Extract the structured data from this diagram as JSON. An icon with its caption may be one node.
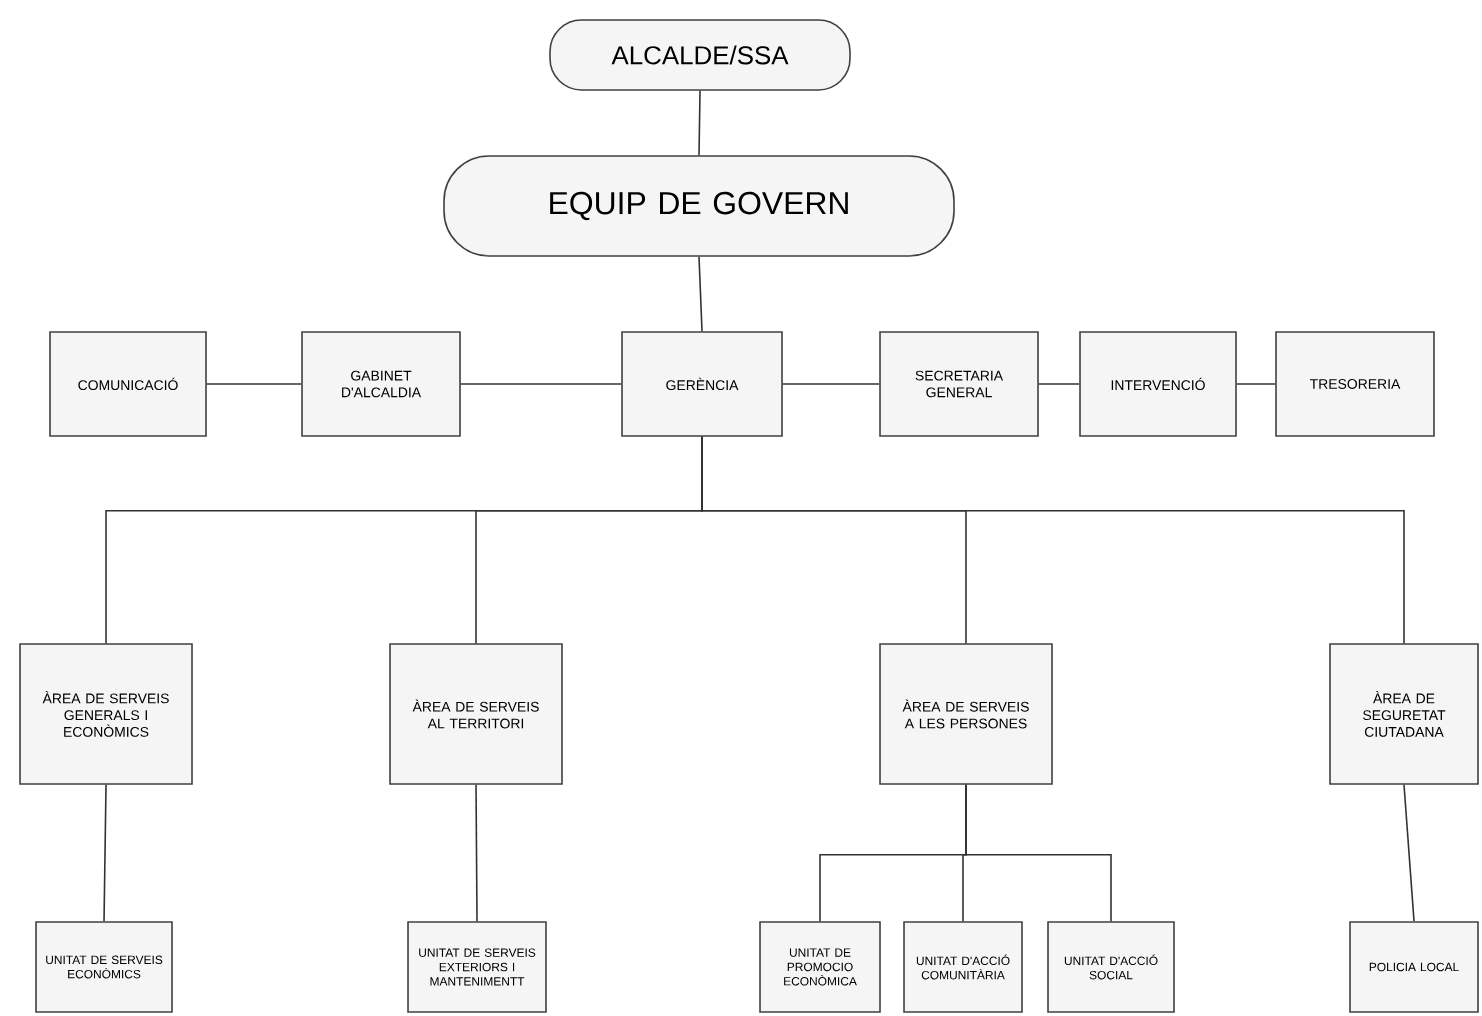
{
  "diagram": {
    "nodes": [
      {
        "text": [
          "ALCALDE/SSA"
        ]
      },
      {
        "text": [
          "EQUIP DE GOVERN"
        ]
      },
      {
        "text": [
          "COMUNICACIÓ"
        ]
      },
      {
        "text": [
          "GABINET D'ALCALDIA"
        ]
      },
      {
        "text": [
          "GERÈNCIA"
        ]
      },
      {
        "text": [
          "SECRETARIA GENERAL"
        ]
      },
      {
        "text": [
          "INTERVENCIÓ"
        ]
      },
      {
        "text": [
          "TRESORERIA"
        ]
      },
      {
        "text": [
          "ÀREA DE SERVEIS GENERALS I ECONÒMICS"
        ]
      },
      {
        "text": [
          "ÀREA DE SERVEIS AL TERRITORI"
        ]
      },
      {
        "text": [
          "ÀREA DE SERVEIS A LES PERSONES"
        ]
      },
      {
        "text": [
          "ÀREA DE SEGURETAT CIUTADANA"
        ]
      },
      {
        "text": [
          "UNITAT DE SERVEIS ECONÒMICS"
        ]
      },
      {
        "text": [
          "UNITAT DE SERVEIS EXTERIORS I MANTENIMENTT"
        ]
      },
      {
        "text": [
          "UNITAT DE PROMOCIO ECONÒMICA"
        ]
      },
      {
        "text": [
          "UNITAT D'ACCIÓ COMUNITÀRIA"
        ]
      },
      {
        "text": [
          "UNITAT D'ACCIÓ SOCIAL"
        ]
      },
      {
        "text": [
          "POLICIA LOCAL"
        ]
      }
    ],
    "edges": [
      {
        "from": 0,
        "to": 1,
        "arrow": "none"
      },
      {
        "from": 1,
        "to": 4,
        "arrow": "none"
      },
      {
        "from": 4,
        "to": 3,
        "arrow": "none"
      },
      {
        "from": 3,
        "to": 2,
        "arrow": "none"
      },
      {
        "from": 4,
        "to": 5,
        "arrow": "none"
      },
      {
        "from": 5,
        "to": 6,
        "arrow": "none"
      },
      {
        "from": 6,
        "to": 7,
        "arrow": "none"
      },
      {
        "from": 4,
        "to": 8,
        "arrow": "none"
      },
      {
        "from": 4,
        "to": 9,
        "arrow": "none"
      },
      {
        "from": 4,
        "to": 10,
        "arrow": "none"
      },
      {
        "from": 4,
        "to": 11,
        "arrow": "none"
      },
      {
        "from": 8,
        "to": 12,
        "arrow": "none"
      },
      {
        "from": 9,
        "to": 13,
        "arrow": "none"
      },
      {
        "from": 10,
        "to": 14,
        "arrow": "none"
      },
      {
        "from": 10,
        "to": 15,
        "arrow": "none"
      },
      {
        "from": 10,
        "to": 16,
        "arrow": "none"
      },
      {
        "from": 11,
        "to": 17,
        "arrow": "none"
      }
    ]
  }
}
